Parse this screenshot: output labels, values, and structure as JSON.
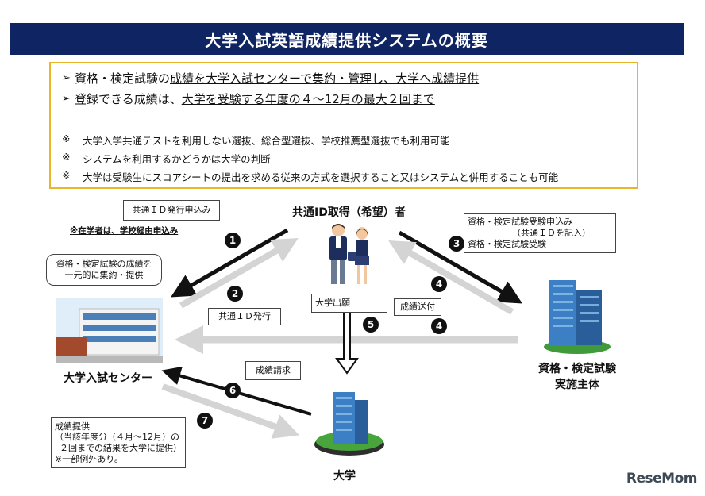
{
  "title": "大学入試英語成績提供システムの概要",
  "summary": {
    "bullets": [
      {
        "prefix": "資格・検定試験の",
        "underlined": "成績を大学入試センターで集約・管理し、大学へ成績提供",
        "suffix": ""
      },
      {
        "prefix": "登録できる成績は、",
        "underlined": "大学を受験する年度の４～12月の最大２回まで",
        "suffix": ""
      }
    ],
    "notes": [
      "大学入学共通テストを利用しない選抜、総合型選抜、学校推薦型選抜でも利用可能",
      "システムを利用するかどうかは大学の判断",
      "大学は受験生にスコアシートの提出を求める従来の方式を選択すること又はシステムと併用することも可能"
    ],
    "note_mark": "※",
    "bullet_mark": "➢"
  },
  "nodes": {
    "applicant": "共通ID取得（希望）者",
    "center": "大学入試センター",
    "exam_body_line1": "資格・検定試験",
    "exam_body_line2": "実施主体",
    "university": "大学"
  },
  "callouts": {
    "id_apply": "共通ＩＤ発行申込み",
    "enrolled_note": "※在学者は、学校経由申込み",
    "center_role_line1": "資格・検定試験の成績を",
    "center_role_line2": "一元的に集約・提供",
    "id_issue": "共通ＩＤ発行",
    "exam_apply_line1": "資格・検定試験受験申込み",
    "exam_apply_line2": "（共通ＩＤを記入）",
    "exam_apply_line3": "資格・検定試験受験",
    "univ_apply": "大学出願",
    "score_send": "成績送付",
    "score_request": "成績請求",
    "provide_line1": "成績提供",
    "provide_line2": "（当該年度分（４月～12月）の",
    "provide_line3": "２回までの結果を大学に提供）",
    "provide_line4": "※一部例外あり。"
  },
  "step_numbers": [
    "1",
    "2",
    "3",
    "4",
    "4",
    "5",
    "6",
    "7"
  ],
  "watermark": "ReseMom",
  "colors": {
    "title_bg": "#0e2463",
    "box_border": "#e8b52b",
    "arrow_dark": "#111111",
    "arrow_light": "#d4d4d4"
  }
}
